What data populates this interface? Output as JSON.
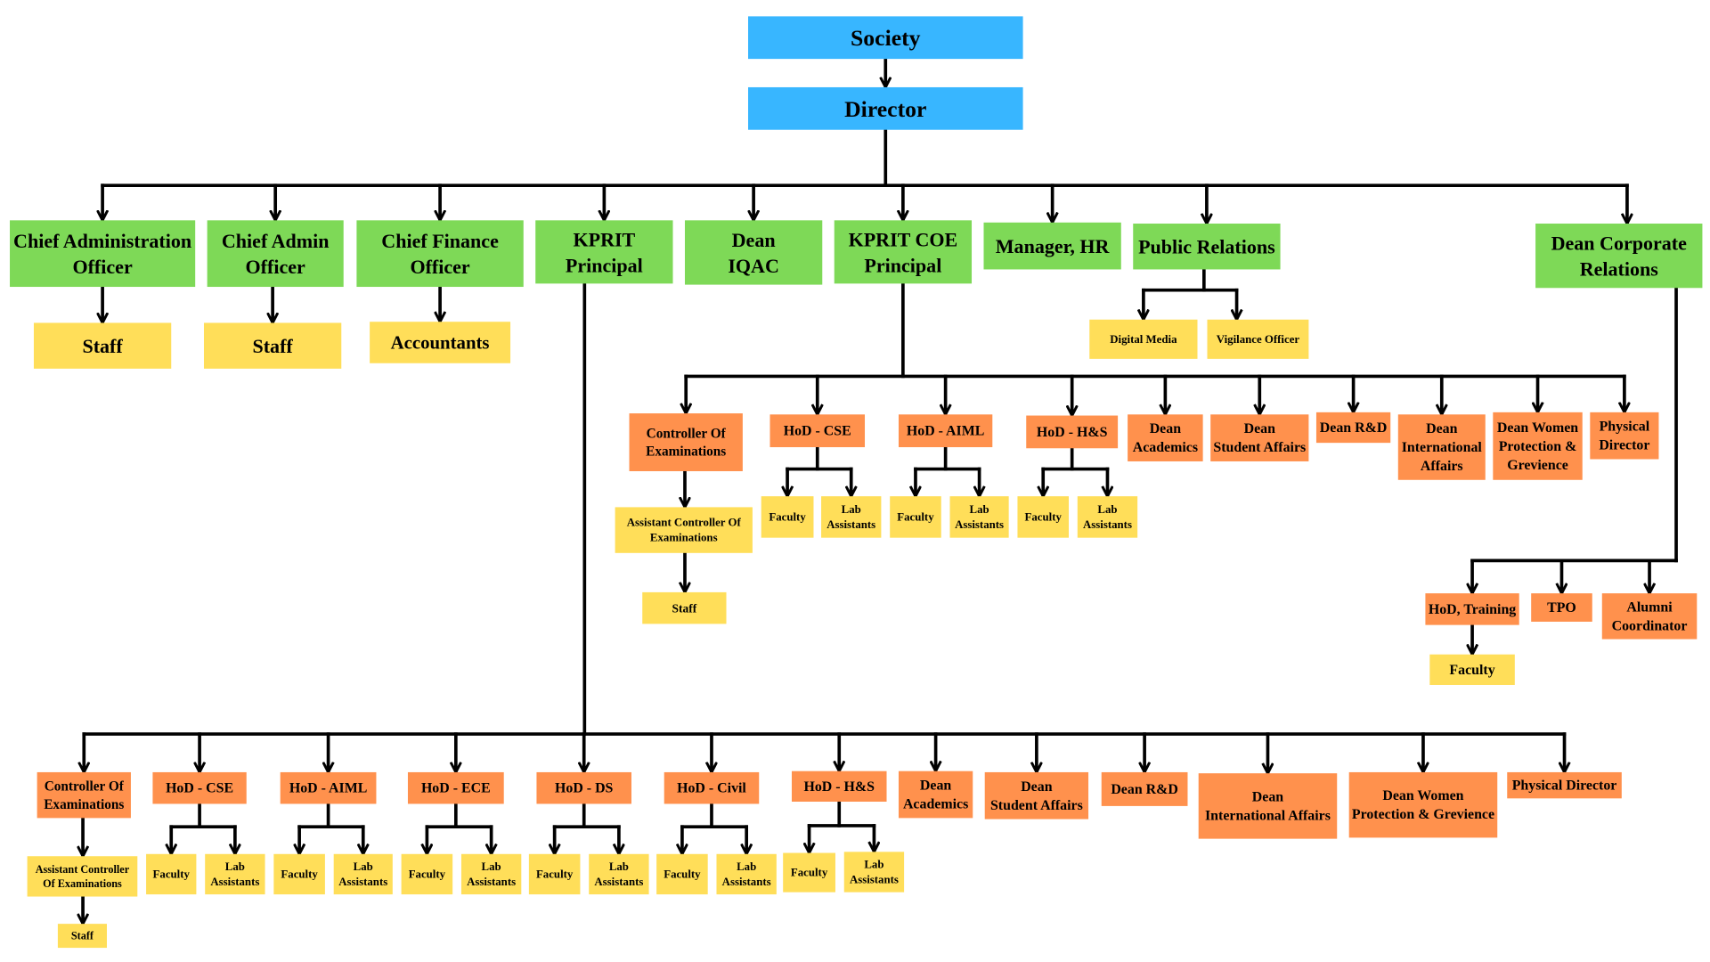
{
  "colors": {
    "blue": "#38B6FF",
    "green": "#7ED957",
    "orange": "#FF914D",
    "yellow": "#FFDE59",
    "connector": "#000000",
    "text": "#000000",
    "background": "#FFFFFF"
  },
  "org_chart": {
    "lines": [
      "Society"
    ],
    "color": "blue",
    "children": [
      {
        "lines": [
          "Director"
        ],
        "color": "blue",
        "children": [
          {
            "lines": [
              "Chief Administration",
              "Officer"
            ],
            "color": "green",
            "children": [
              {
                "lines": [
                  "Staff"
                ],
                "color": "yellow"
              }
            ]
          },
          {
            "lines": [
              "Chief Admin",
              "Officer"
            ],
            "color": "green",
            "children": [
              {
                "lines": [
                  "Staff"
                ],
                "color": "yellow"
              }
            ]
          },
          {
            "lines": [
              "Chief Finance",
              "Officer"
            ],
            "color": "green",
            "children": [
              {
                "lines": [
                  "Accountants"
                ],
                "color": "yellow"
              }
            ]
          },
          {
            "lines": [
              "KPRIT",
              "Principal"
            ],
            "color": "green",
            "children": [
              {
                "lines": [
                  "Controller Of",
                  "Examinations"
                ],
                "color": "orange",
                "children": [
                  {
                    "lines": [
                      "Assistant Controller",
                      "Of Examinations"
                    ],
                    "color": "yellow",
                    "children": [
                      {
                        "lines": [
                          "Staff"
                        ],
                        "color": "yellow"
                      }
                    ]
                  }
                ]
              },
              {
                "lines": [
                  "HoD - CSE"
                ],
                "color": "orange",
                "children": [
                  {
                    "lines": [
                      "Faculty"
                    ],
                    "color": "yellow"
                  },
                  {
                    "lines": [
                      "Lab",
                      "Assistants"
                    ],
                    "color": "yellow"
                  }
                ]
              },
              {
                "lines": [
                  "HoD - AIML"
                ],
                "color": "orange",
                "children": [
                  {
                    "lines": [
                      "Faculty"
                    ],
                    "color": "yellow"
                  },
                  {
                    "lines": [
                      "Lab",
                      "Assistants"
                    ],
                    "color": "yellow"
                  }
                ]
              },
              {
                "lines": [
                  "HoD - ECE"
                ],
                "color": "orange",
                "children": [
                  {
                    "lines": [
                      "Faculty"
                    ],
                    "color": "yellow"
                  },
                  {
                    "lines": [
                      "Lab",
                      "Assistants"
                    ],
                    "color": "yellow"
                  }
                ]
              },
              {
                "lines": [
                  "HoD - DS"
                ],
                "color": "orange",
                "children": [
                  {
                    "lines": [
                      "Faculty"
                    ],
                    "color": "yellow"
                  },
                  {
                    "lines": [
                      "Lab",
                      "Assistants"
                    ],
                    "color": "yellow"
                  }
                ]
              },
              {
                "lines": [
                  "HoD - Civil"
                ],
                "color": "orange",
                "children": [
                  {
                    "lines": [
                      "Faculty"
                    ],
                    "color": "yellow"
                  },
                  {
                    "lines": [
                      "Lab",
                      "Assistants"
                    ],
                    "color": "yellow"
                  }
                ]
              },
              {
                "lines": [
                  "HoD - H&S"
                ],
                "color": "orange",
                "children": [
                  {
                    "lines": [
                      "Faculty"
                    ],
                    "color": "yellow"
                  },
                  {
                    "lines": [
                      "Lab",
                      "Assistants"
                    ],
                    "color": "yellow"
                  }
                ]
              },
              {
                "lines": [
                  "Dean",
                  "Academics"
                ],
                "color": "orange"
              },
              {
                "lines": [
                  "Dean",
                  "Student Affairs"
                ],
                "color": "orange"
              },
              {
                "lines": [
                  "Dean R&D"
                ],
                "color": "orange"
              },
              {
                "lines": [
                  "Dean",
                  "International Affairs"
                ],
                "color": "orange"
              },
              {
                "lines": [
                  "Dean Women",
                  "Protection & Grevience"
                ],
                "color": "orange"
              },
              {
                "lines": [
                  "Physical Director"
                ],
                "color": "orange"
              }
            ]
          },
          {
            "lines": [
              "Dean",
              "IQAC"
            ],
            "color": "green"
          },
          {
            "lines": [
              "KPRIT COE",
              "Principal"
            ],
            "color": "green",
            "children": [
              {
                "lines": [
                  "Controller Of",
                  "Examinations"
                ],
                "color": "orange",
                "children": [
                  {
                    "lines": [
                      "Assistant Controller Of",
                      "Examinations"
                    ],
                    "color": "yellow",
                    "children": [
                      {
                        "lines": [
                          "Staff"
                        ],
                        "color": "yellow"
                      }
                    ]
                  }
                ]
              },
              {
                "lines": [
                  "HoD - CSE"
                ],
                "color": "orange",
                "children": [
                  {
                    "lines": [
                      "Faculty"
                    ],
                    "color": "yellow"
                  },
                  {
                    "lines": [
                      "Lab",
                      "Assistants"
                    ],
                    "color": "yellow"
                  }
                ]
              },
              {
                "lines": [
                  "HoD - AIML"
                ],
                "color": "orange",
                "children": [
                  {
                    "lines": [
                      "Faculty"
                    ],
                    "color": "yellow"
                  },
                  {
                    "lines": [
                      "Lab",
                      "Assistants"
                    ],
                    "color": "yellow"
                  }
                ]
              },
              {
                "lines": [
                  "HoD - H&S"
                ],
                "color": "orange",
                "children": [
                  {
                    "lines": [
                      "Faculty"
                    ],
                    "color": "yellow"
                  },
                  {
                    "lines": [
                      "Lab",
                      "Assistants"
                    ],
                    "color": "yellow"
                  }
                ]
              },
              {
                "lines": [
                  "Dean",
                  "Academics"
                ],
                "color": "orange"
              },
              {
                "lines": [
                  "Dean",
                  "Student Affairs"
                ],
                "color": "orange"
              },
              {
                "lines": [
                  "Dean R&D"
                ],
                "color": "orange"
              },
              {
                "lines": [
                  "Dean",
                  "International",
                  "Affairs"
                ],
                "color": "orange"
              },
              {
                "lines": [
                  "Dean Women",
                  "Protection &",
                  "Grevience"
                ],
                "color": "orange"
              },
              {
                "lines": [
                  "Physical",
                  "Director"
                ],
                "color": "orange"
              }
            ]
          },
          {
            "lines": [
              "Manager, HR"
            ],
            "color": "green"
          },
          {
            "lines": [
              "Public Relations"
            ],
            "color": "green",
            "children": [
              {
                "lines": [
                  "Digital Media"
                ],
                "color": "yellow"
              },
              {
                "lines": [
                  "Vigilance Officer"
                ],
                "color": "yellow"
              }
            ]
          },
          {
            "lines": [
              "Dean Corporate",
              "Relations"
            ],
            "color": "green",
            "children": [
              {
                "lines": [
                  "HoD, Training"
                ],
                "color": "orange",
                "children": [
                  {
                    "lines": [
                      "Faculty"
                    ],
                    "color": "yellow"
                  }
                ]
              },
              {
                "lines": [
                  "TPO"
                ],
                "color": "orange"
              },
              {
                "lines": [
                  "Alumni",
                  "Coordinator"
                ],
                "color": "orange"
              }
            ]
          }
        ]
      }
    ]
  }
}
